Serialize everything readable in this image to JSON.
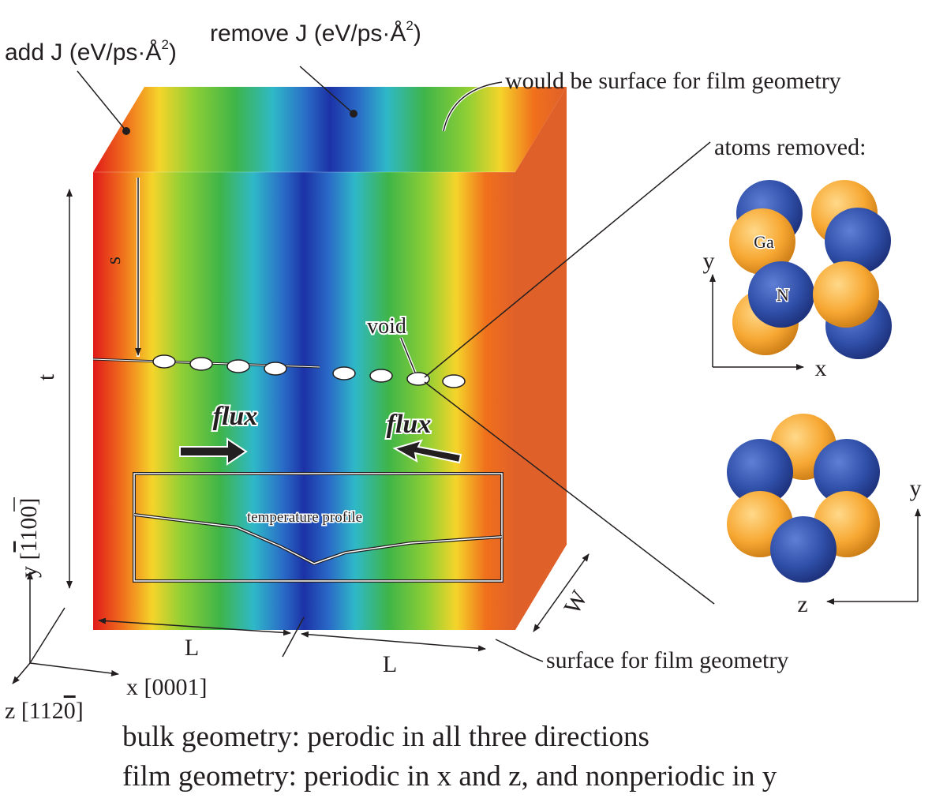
{
  "labels": {
    "add_j": "add J (eV/ps·Å",
    "remove_j": "remove J (eV/ps·Å",
    "superscript_2": "2",
    "close_paren": ")",
    "would_be_surface": "would be surface for film geometry",
    "atoms_removed": "atoms removed:",
    "s": "s",
    "t": "t",
    "void": "void",
    "flux": "flux",
    "temperature_profile": "temperature profile",
    "l": "L",
    "w": "W",
    "surface_film": "surface for film geometry",
    "ga": "Ga",
    "n": "N",
    "axis_x": "x",
    "axis_y": "y",
    "axis_z": "z",
    "y_dir": "y [1100]",
    "x_dir": "x [0001]",
    "z_dir": "z [1120]"
  },
  "captions": {
    "bulk": "bulk geometry: perodic in all three directions",
    "film": "film geometry: periodic in x and z, and nonperiodic in y"
  },
  "colors": {
    "ga_atom": "#f7a833",
    "n_atom": "#2f4fa8",
    "hot": "#e01a1a",
    "cold": "#1c32a6",
    "side_face": "#e0602a"
  }
}
